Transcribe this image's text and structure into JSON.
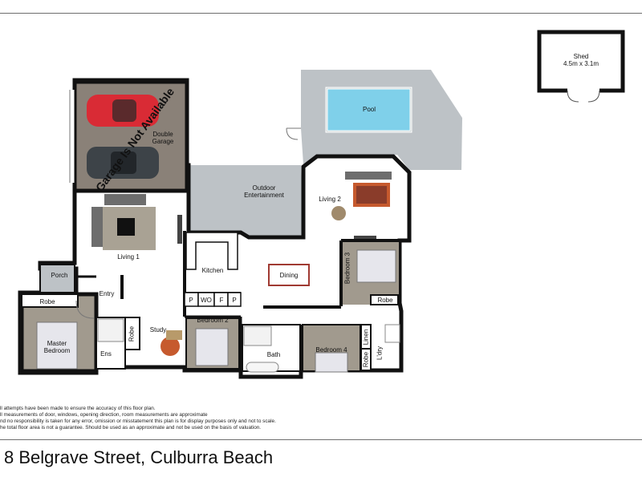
{
  "labels": {
    "shed_name": "Shed",
    "shed_size": "4.5m x 3.1m",
    "pool": "Pool",
    "double_garage_1": "Double",
    "double_garage_2": "Garage",
    "garage_note": "Garage Is Not Available",
    "outdoor_1": "Outdoor",
    "outdoor_2": "Entertainment",
    "living1": "Living 1",
    "living2": "Living 2",
    "kitchen": "Kitchen",
    "dining": "Dining",
    "porch": "Porch",
    "entry": "Entry",
    "robe_master": "Robe",
    "master_1": "Master",
    "master_2": "Bedroom",
    "ens": "Ens",
    "robe_ens": "Robe",
    "study": "Study",
    "p1": "P",
    "wo": "WO",
    "f": "F",
    "p2": "P",
    "bedroom2": "Bedroom 2",
    "bath": "Bath",
    "bedroom3": "Bedroom 3",
    "robe_bed3": "Robe",
    "bedroom4": "Bedroom 4",
    "linen": "Linen",
    "robe_bed4": "Robe",
    "ldry": "L'dry"
  },
  "disclaimer": [
    "ll attempts have been made to ensure the accuracy of this floor plan.",
    "ll measurements of door, windows, opening direction, room measurements are approximate",
    "nd no responsibility is taken for any error, omission or misstatement this plan is for display purposes only and not to scale.",
    "he total floor area is not a guarantee. Should be used as an approximate and not be used on the basis of valuation."
  ],
  "address": "8 Belgrave Street, Culburra Beach",
  "colors": {
    "wall": "#111111",
    "floor": "#ffffff",
    "outdoor": "#bdc2c6",
    "pool": "#7fd0ea",
    "carpet": "#8a8178",
    "rule": "#6e6e6e"
  }
}
